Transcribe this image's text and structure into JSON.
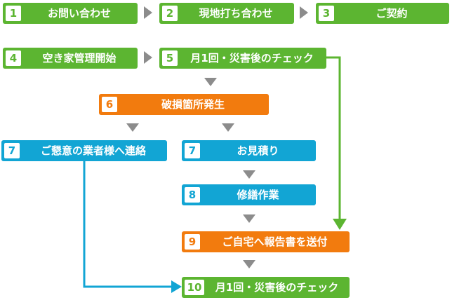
{
  "steps": [
    {
      "num": "1",
      "label": "お問い合わせ"
    },
    {
      "num": "2",
      "label": "現地打ち合わせ"
    },
    {
      "num": "3",
      "label": "ご契約"
    },
    {
      "num": "4",
      "label": "空き家管理開始"
    },
    {
      "num": "5",
      "label": "月1回・災害後のチェック"
    },
    {
      "num": "6",
      "label": "破損箇所発生"
    },
    {
      "num": "7",
      "label": "ご懇意の業者様へ連絡"
    },
    {
      "num": "7",
      "label": "お見積り"
    },
    {
      "num": "8",
      "label": "修繕作業"
    },
    {
      "num": "9",
      "label": "ご自宅へ報告書を送付"
    },
    {
      "num": "10",
      "label": "月1回・災害後のチェック"
    }
  ],
  "colors": {
    "green": "#5cb531",
    "orange": "#f27b0e",
    "blue": "#12a5d4",
    "arrow_gray": "#8c8c8c"
  }
}
